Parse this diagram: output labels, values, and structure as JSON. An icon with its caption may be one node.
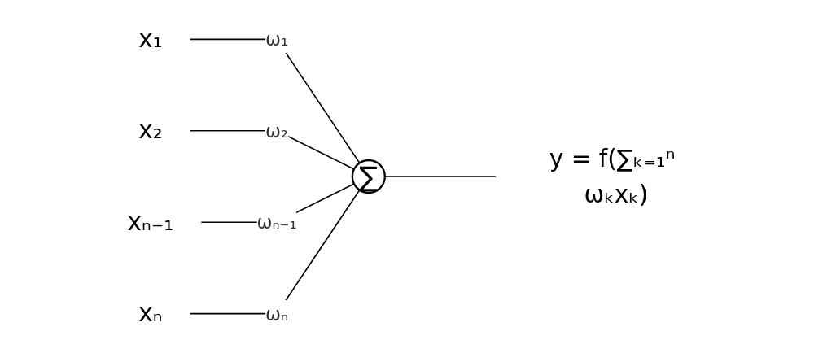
{
  "diagram": {
    "nodes": [
      {
        "text": [
          "x₁"
        ]
      },
      {
        "text": [
          "x₂"
        ]
      },
      {
        "text": [
          "xₙ₋₁"
        ]
      },
      {
        "text": [
          "xₙ"
        ]
      },
      {
        "text": [
          "∑"
        ]
      },
      {
        "text": [
          "y = f(∑ₖ₌₁ⁿ ωₖxₖ)"
        ]
      }
    ],
    "edges": [
      {
        "from": 0,
        "to": 4,
        "arrow": "none",
        "label": "ω₁"
      },
      {
        "from": 1,
        "to": 4,
        "arrow": "none",
        "label": "ω₂"
      },
      {
        "from": 2,
        "to": 4,
        "arrow": "none",
        "label": "ωₙ₋₁"
      },
      {
        "from": 3,
        "to": 4,
        "arrow": "none",
        "label": "ωₙ"
      },
      {
        "from": 4,
        "to": 5,
        "arrow": "none"
      }
    ]
  }
}
